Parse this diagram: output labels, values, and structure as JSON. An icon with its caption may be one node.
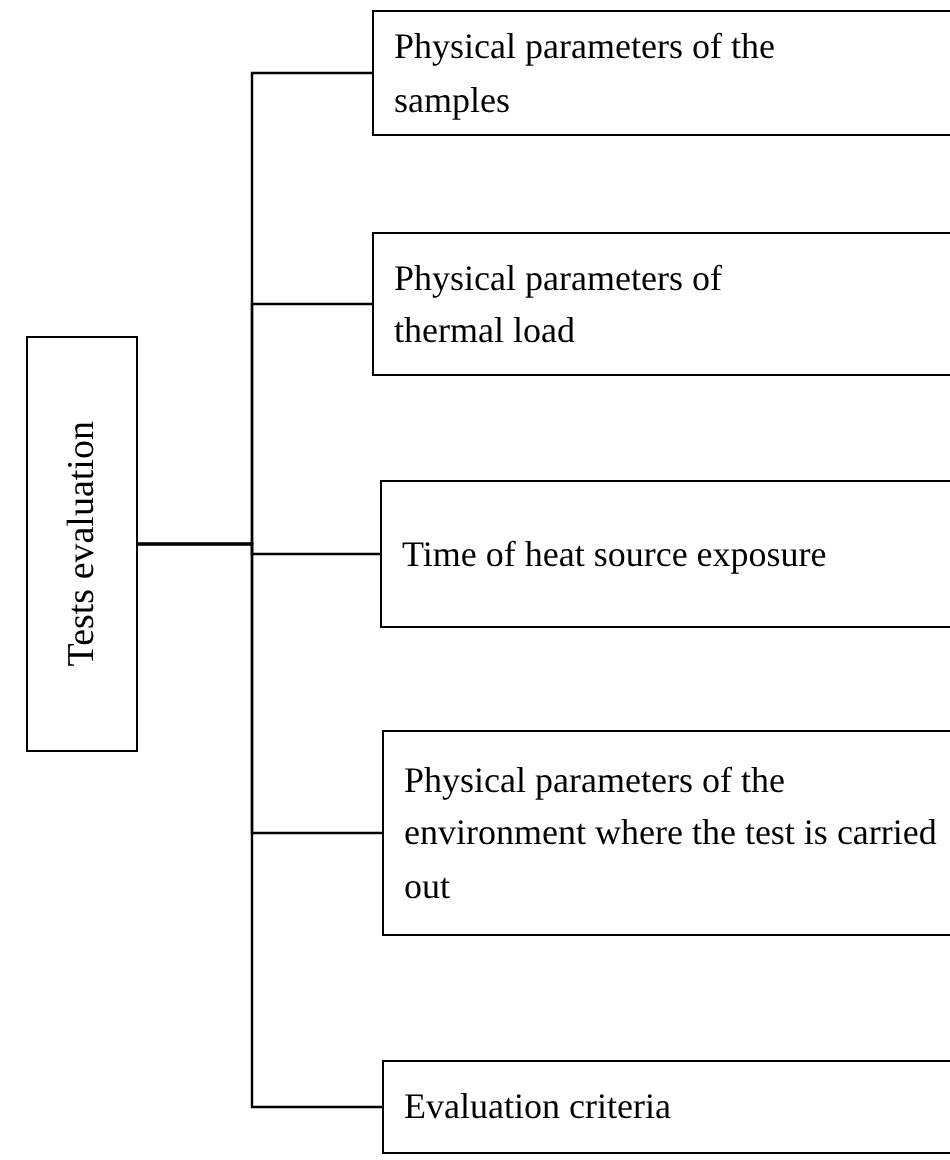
{
  "diagram": {
    "nodes": [
      {
        "text": [
          "Tests evaluation"
        ]
      },
      {
        "text": [
          "Physical parameters of the samples"
        ]
      },
      {
        "text": [
          "Physical parameters of thermal load"
        ]
      },
      {
        "text": [
          "Time of heat source exposure"
        ]
      },
      {
        "text": [
          "Physical parameters of the environment where the test is carried out"
        ]
      },
      {
        "text": [
          "Evaluation criteria"
        ]
      }
    ],
    "edges": [
      {
        "from": 0,
        "to": 1,
        "arrow": "none"
      },
      {
        "from": 0,
        "to": 2,
        "arrow": "none"
      },
      {
        "from": 0,
        "to": 3,
        "arrow": "none"
      },
      {
        "from": 0,
        "to": 4,
        "arrow": "none"
      },
      {
        "from": 0,
        "to": 5,
        "arrow": "none"
      }
    ]
  }
}
